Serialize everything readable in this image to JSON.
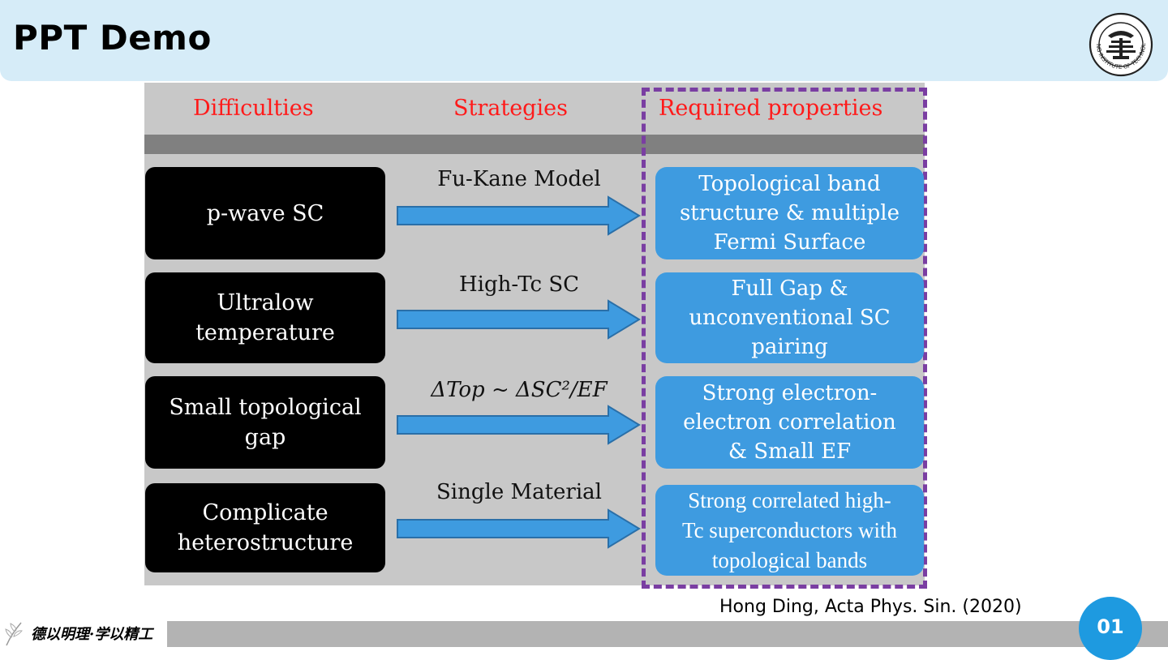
{
  "header": {
    "title": "PPT Demo",
    "logo_text": "BEIJING INSTITUTE OF TECHNOLOGY"
  },
  "table": {
    "headers": [
      "Difficulties",
      "Strategies",
      "Required properties"
    ],
    "rows": [
      {
        "difficulty": [
          "p-wave SC"
        ],
        "strategy": "Fu-Kane Model",
        "required": [
          "Topological band",
          "structure & multiple",
          "Fermi Surface"
        ]
      },
      {
        "difficulty": [
          "Ultralow",
          "temperature"
        ],
        "strategy": "High-Tc SC",
        "required": [
          "Full Gap &",
          "unconventional SC",
          "pairing"
        ]
      },
      {
        "difficulty": [
          "Small topological",
          "gap"
        ],
        "strategy": "ΔTop ~ ΔSC²/EF",
        "required": [
          "Strong electron-",
          "electron correlation",
          "& Small EF"
        ]
      },
      {
        "difficulty": [
          "Complicate",
          "heterostructure"
        ],
        "strategy": "Single Material",
        "required": [
          "Strong correlated high-",
          "Tc superconductors with",
          "topological bands"
        ]
      }
    ]
  },
  "footer": {
    "citation": "Hong Ding, Acta  Phys.  Sin. (2020)",
    "motto": "德以明理·学以精工",
    "page_number": "01"
  },
  "colors": {
    "header_bg": "#d6ecf8",
    "header_text": "#ff1a1a",
    "req_box": "#3e9be0",
    "arrow": "#3e9be0",
    "dash": "#7a3ea2",
    "badge": "#1e9ae0"
  }
}
